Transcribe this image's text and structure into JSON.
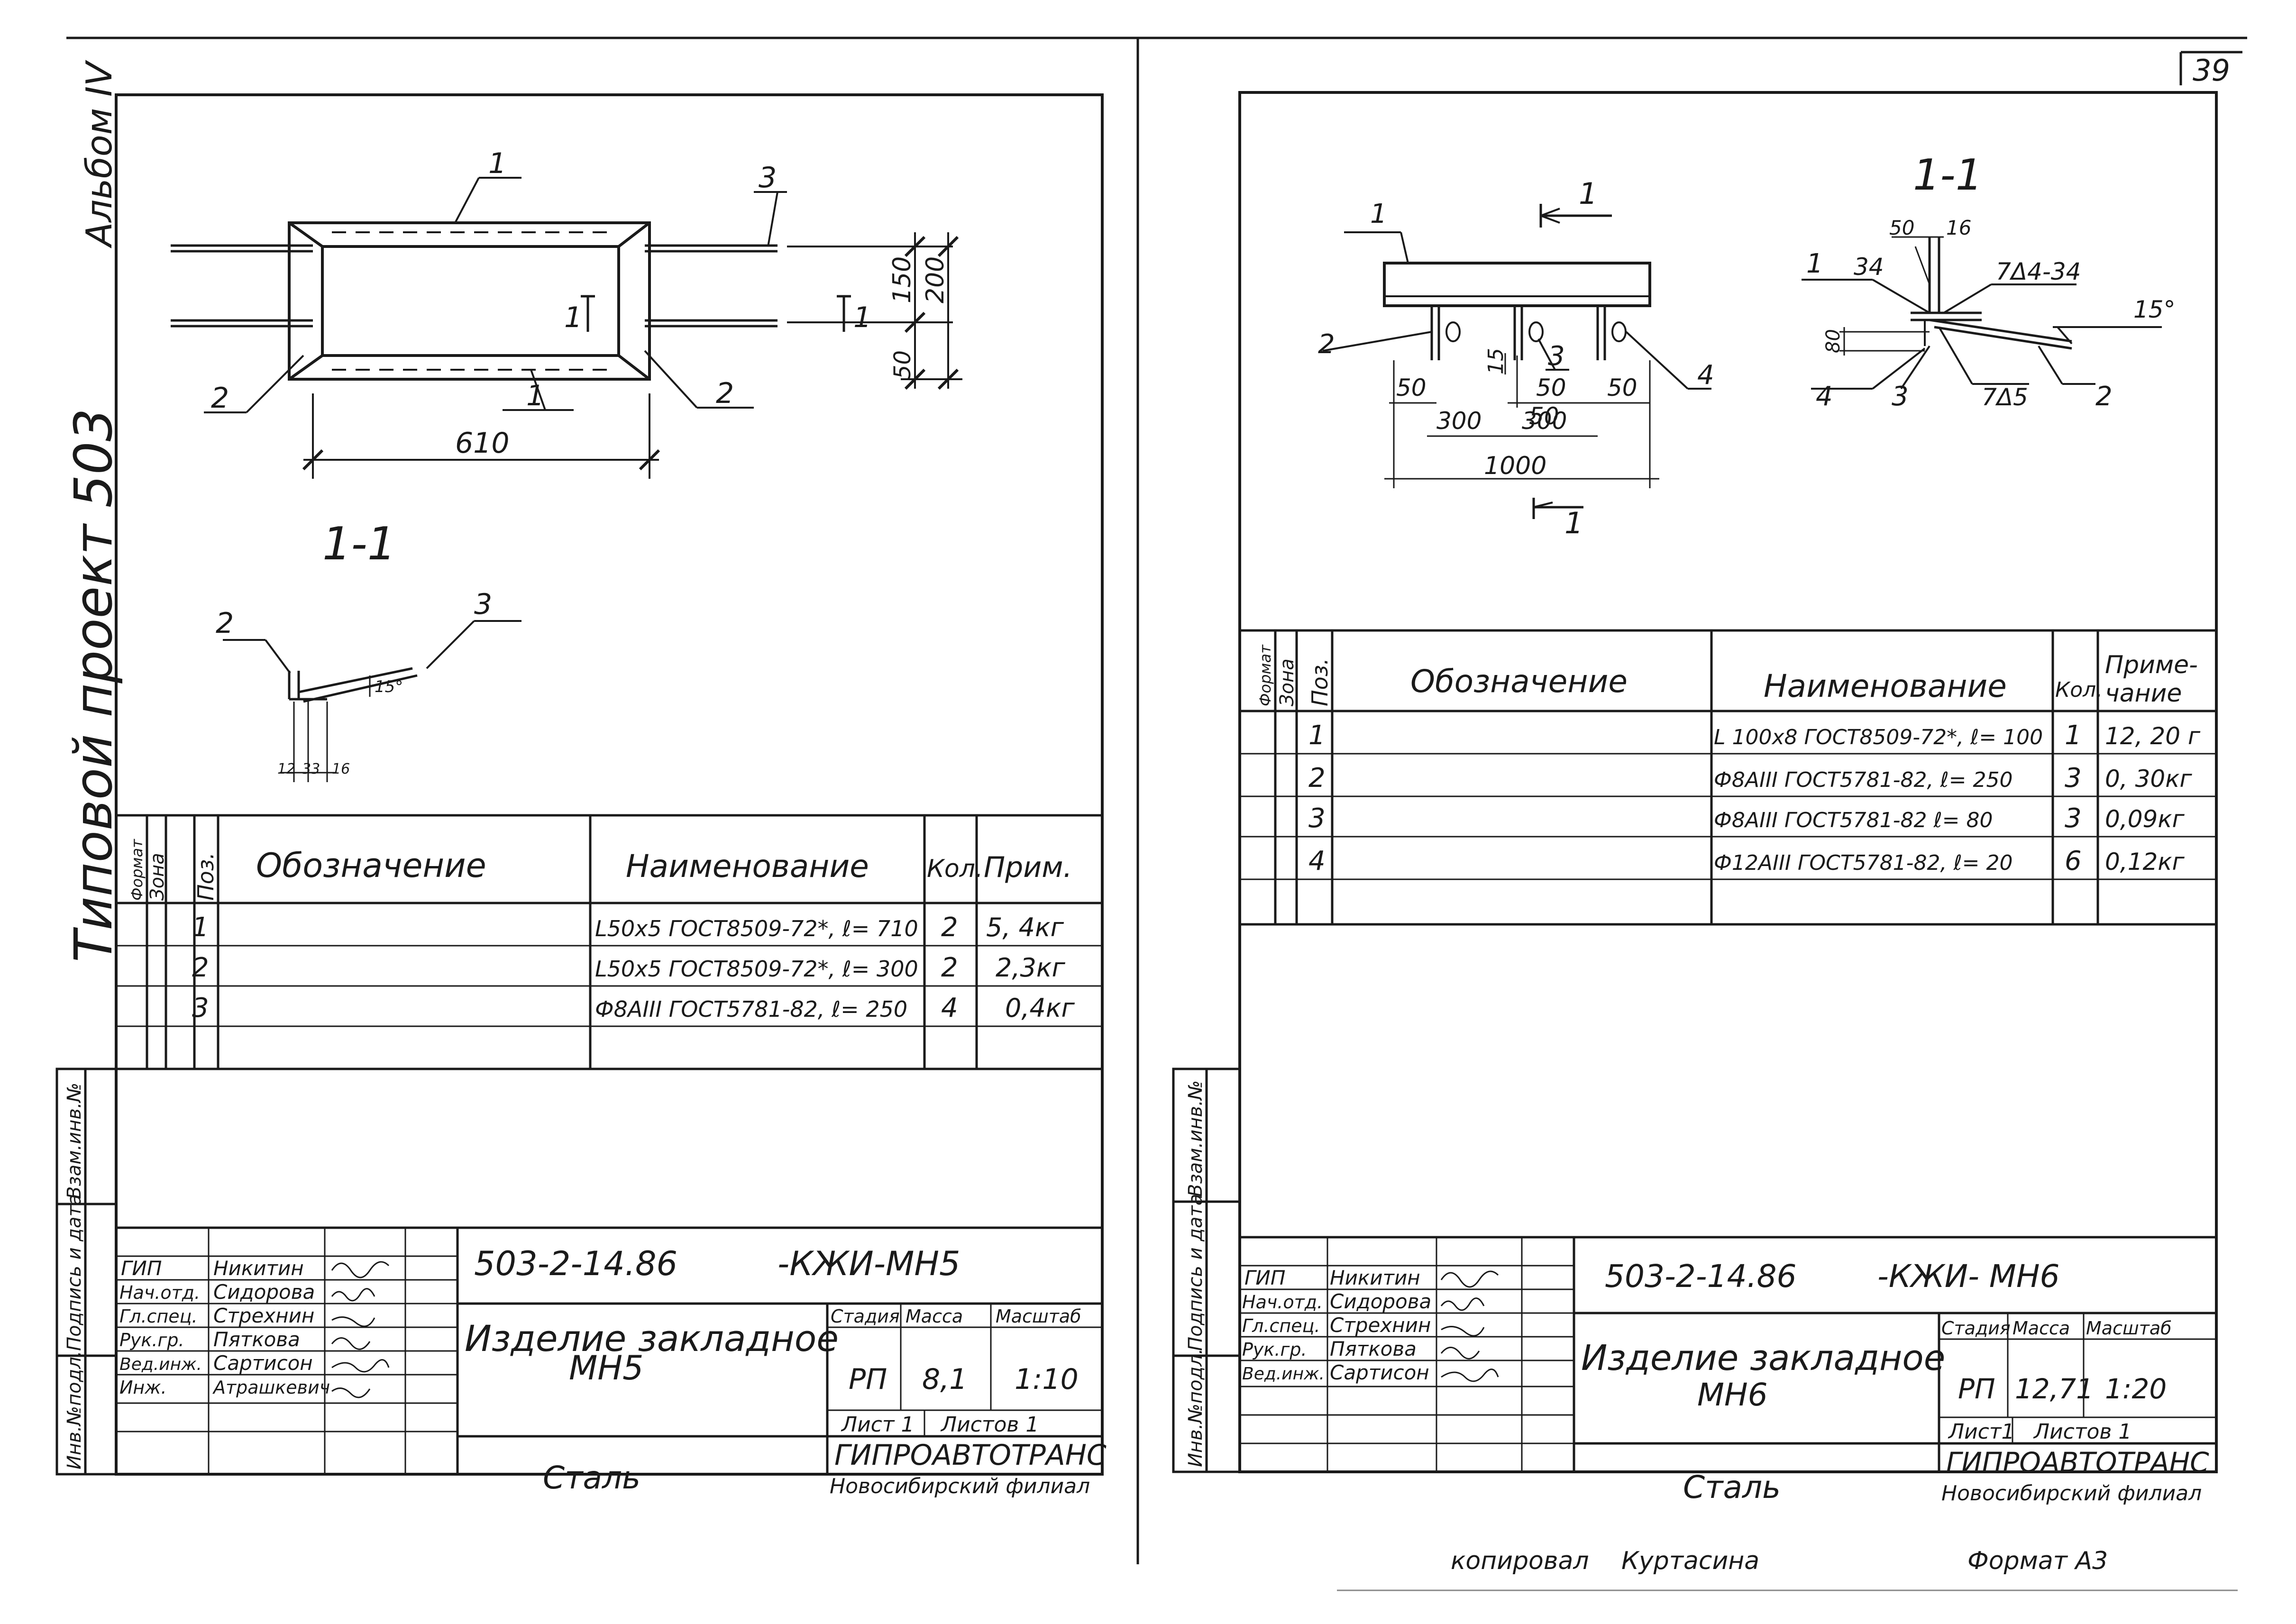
{
  "page_number": "39",
  "side_labels": {
    "album": "Альбом IV",
    "project": "Типовой проект 503",
    "stamp_cols": [
      "Инв.№подл.",
      "Подпись и дата",
      "Взам.инв.№"
    ]
  },
  "left_sheet": {
    "drawing": {
      "dim_width": "610",
      "dim_150": "150",
      "dim_200": "200",
      "dim_50": "50",
      "pos_labels": [
        "1",
        "1",
        "2",
        "2",
        "3"
      ],
      "section_marker": "1",
      "section_title": "1-1",
      "section_pos": [
        "2",
        "3"
      ],
      "angle": "15°",
      "section_dims": [
        "12",
        "33",
        "16"
      ]
    },
    "spec_table": {
      "headers": {
        "format": "Формат",
        "zone": "Зона",
        "pos": "Поз.",
        "designation": "Обозначение",
        "name": "Наименование",
        "qty": "Кол.",
        "note": "Прим."
      },
      "rows": [
        {
          "pos": "1",
          "name": "L50x5 ГОСТ8509-72*, ℓ= 710",
          "qty": "2",
          "note": "5, 4кг"
        },
        {
          "pos": "2",
          "name": "L50x5 ГОСТ8509-72*, ℓ= 300",
          "qty": "2",
          "note": "2,3кг"
        },
        {
          "pos": "3",
          "name": "Ф8АIII ГОСТ5781-82, ℓ= 250",
          "qty": "4",
          "note": "0,4кг"
        }
      ]
    },
    "title_block": {
      "code": "503-2-14.86",
      "suffix": "-КЖИ-МН5",
      "roles": [
        {
          "role": "ГИП",
          "name": "Никитин"
        },
        {
          "role": "Нач.отд.",
          "name": "Сидорова"
        },
        {
          "role": "Гл.спец.",
          "name": "Стрехнин"
        },
        {
          "role": "Рук.гр.",
          "name": "Пяткова"
        },
        {
          "role": "Вед.инж.",
          "name": "Сартисон"
        },
        {
          "role": "Инж.",
          "name": "Атрашкевич"
        }
      ],
      "item_name": "Изделие закладное",
      "item_mark": "МН5",
      "stage_header": "Стадия",
      "mass_header": "Масса",
      "scale_header": "Масштаб",
      "stage": "РП",
      "mass": "8,1",
      "scale": "1:10",
      "sheet": "Лист 1",
      "sheets": "Листов 1",
      "material": "Сталь",
      "org": "ГИПРОАВТОТРАНС",
      "branch": "Новосибирский филиал"
    }
  },
  "right_sheet": {
    "drawing": {
      "section_marker": "1",
      "pos_labels": [
        "1",
        "2",
        "3",
        "4"
      ],
      "dims": [
        "50",
        "15",
        "50",
        "50",
        "50",
        "300",
        "300",
        "1000"
      ],
      "section_title": "1-1",
      "section_dims": [
        "50",
        "16",
        "34",
        "7Δ4-34",
        "80",
        "15°",
        "7Δ5"
      ],
      "section_pos": [
        "1",
        "2",
        "3",
        "4"
      ]
    },
    "spec_table": {
      "headers": {
        "format": "Формат",
        "zone": "Зона",
        "pos": "Поз.",
        "designation": "Обозначение",
        "name": "Наименование",
        "qty": "Кол.",
        "note": "Примечание"
      },
      "rows": [
        {
          "pos": "1",
          "name": "L 100x8 ГОСТ8509-72*, ℓ= 100",
          "qty": "1",
          "note": "12, 20 г"
        },
        {
          "pos": "2",
          "name": "Ф8АIII ГОСТ5781-82, ℓ= 250",
          "qty": "3",
          "note": "0, 30кг"
        },
        {
          "pos": "3",
          "name": "Ф8АIII ГОСТ5781-82 ℓ= 80",
          "qty": "3",
          "note": "0,09кг"
        },
        {
          "pos": "4",
          "name": "Ф12АIII ГОСТ5781-82, ℓ= 20",
          "qty": "6",
          "note": "0,12кг"
        }
      ]
    },
    "title_block": {
      "code": "503-2-14.86",
      "suffix": "-КЖИ- МН6",
      "roles": [
        {
          "role": "ГИП",
          "name": "Никитин"
        },
        {
          "role": "Нач.отд.",
          "name": "Сидорова"
        },
        {
          "role": "Гл.спец.",
          "name": "Стрехнин"
        },
        {
          "role": "Рук.гр.",
          "name": "Пяткова"
        },
        {
          "role": "Вед.инж.",
          "name": "Сартисон"
        }
      ],
      "item_name": "Изделие закладное",
      "item_mark": "МН6",
      "stage_header": "Стадия",
      "mass_header": "Масса",
      "scale_header": "Масштаб",
      "stage": "РП",
      "mass": "12,71",
      "scale": "1:20",
      "sheet": "Лист1",
      "sheets": "Листов 1",
      "material": "Сталь",
      "org": "ГИПРОАВТОТРАНС",
      "branch": "Новосибирский филиал"
    }
  },
  "footer": {
    "copied": "копировал",
    "copier": "Куртасина",
    "format": "Формат А3"
  }
}
